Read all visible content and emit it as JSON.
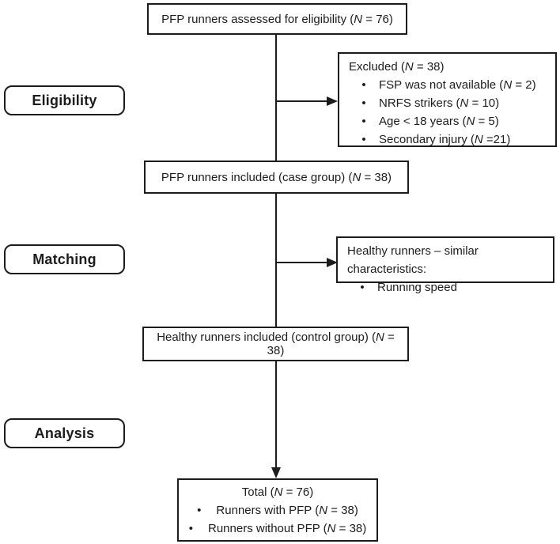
{
  "figure": {
    "colors": {
      "line": "#1c1c1c",
      "text": "#1c1c1c",
      "background": "#ffffff"
    },
    "phases": [
      {
        "label": "Eligibility"
      },
      {
        "label": "Matching"
      },
      {
        "label": "Analysis"
      }
    ],
    "boxes": {
      "assessed": {
        "text": "PFP runners assessed for eligibility (N = 76)"
      },
      "excluded": {
        "title": "Excluded (N = 38)",
        "bullets": [
          "FSP was not available (N = 2)",
          "NRFS strikers (N = 10)",
          "Age < 18 years (N = 5)",
          "Secondary injury (N =21)"
        ]
      },
      "case_group": {
        "text": "PFP runners included (case group) (N = 38)"
      },
      "matching_criteria": {
        "title": "Healthy runners – similar characteristics:",
        "bullets": [
          "Running speed"
        ]
      },
      "control_group": {
        "text": "Healthy runners included (control group) (N = 38)"
      },
      "total": {
        "title": "Total (N = 76)",
        "bullets": [
          "Runners with PFP (N = 38)",
          "Runners without PFP (N = 38)"
        ]
      }
    }
  }
}
